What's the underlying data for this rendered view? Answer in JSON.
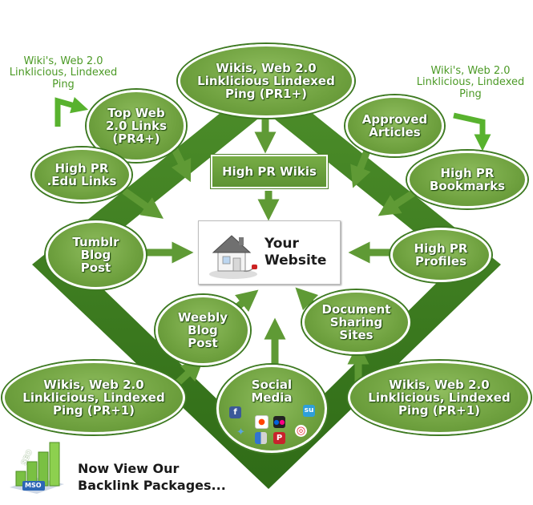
{
  "center": {
    "label": "Your\nWebsite"
  },
  "nodes": {
    "top_center": "Wikis, Web 2.0\nLinklicious Lindexed\nPing (PR1+)",
    "top_web20": "Top Web\n2.0 Links\n(PR4+)",
    "approved_articles": "Approved\nArticles",
    "high_pr_wikis": "High PR Wikis",
    "edu_links": "High PR\n.Edu Links",
    "bookmarks": "High PR\nBookmarks",
    "tumblr": "Tumblr\nBlog\nPost",
    "profiles": "High PR\nProfiles",
    "weebly": "Weebly\nBlog\nPost",
    "document_sharing": "Document\nSharing\nSites",
    "bottom_left": "Wikis, Web 2.0\nLinklicious, Lindexed\nPing (PR+1)",
    "bottom_right": "Wikis, Web 2.0\nLinklicious, Lindexed\nPing (PR+1)",
    "social_media": "Social\nMedia"
  },
  "notes": {
    "top_left": "Wiki's, Web 2.0\nLinklicious, Lindexed\nPing",
    "top_right": "Wiki's, Web 2.0\nLinklicious, Lindexed\nPing"
  },
  "footer": {
    "cta": "Now View Our\nBacklink Packages...",
    "logo_text": "SEO",
    "logo_sub": "MSO"
  },
  "icons": [
    "house-icon",
    "facebook-icon",
    "reddit-icon",
    "flickr-icon",
    "stumbleupon-icon",
    "twitter-icon",
    "delicious-icon",
    "pinterest-icon",
    "target-icon"
  ],
  "colors": {
    "diamond": "#3f7f22",
    "node": "#6fa13f",
    "note": "#4c9a26",
    "arrow": "#5f9a35"
  }
}
